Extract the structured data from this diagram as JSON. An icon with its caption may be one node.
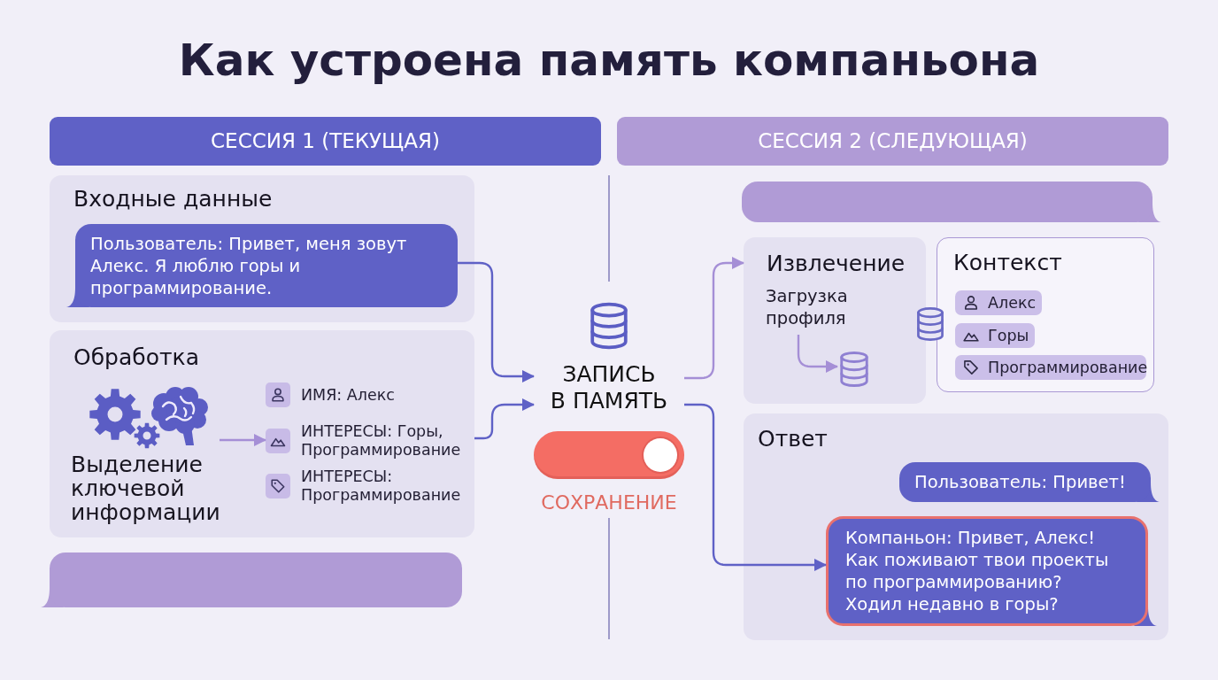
{
  "diagram": {
    "title": "Как устроена память компаньона",
    "nodes": [
      {
        "text": [
          "СЕССИЯ 1 (ТЕКУЩАЯ)"
        ]
      },
      {
        "text": [
          "СЕССИЯ 2 (СЛЕДУЮЩАЯ)"
        ]
      },
      {
        "text": [
          "Входные данные"
        ]
      },
      {
        "text": [
          "Пользователь: Привет, меня зовут Алекс. Я люблю горы и программирование."
        ],
        "in": 2
      },
      {
        "text": [
          "Обработка"
        ]
      },
      {
        "text": [
          "Выделение ключевой информации"
        ],
        "in": 4
      },
      {
        "text": [
          "ИМЯ: Алекс"
        ],
        "in": 4
      },
      {
        "text": [
          "ИНТЕРЕСЫ: Горы, Программирование"
        ],
        "in": 4
      },
      {
        "text": [
          "ИНТЕРЕСЫ: Программирование"
        ],
        "in": 4
      },
      {
        "text": [],
        "shape": "bubble"
      },
      {
        "text": [
          "ЗАПИСЬ В ПАМЯТЬ"
        ]
      },
      {
        "text": [],
        "shape": "bubble"
      },
      {
        "text": [
          "Извлечение"
        ]
      },
      {
        "text": [
          "Загрузка профиля"
        ],
        "in": 12
      },
      {
        "text": [],
        "shape": "cylinder",
        "in": 12
      },
      {
        "text": [
          "Контекст"
        ]
      },
      {
        "text": [
          "Алекс"
        ],
        "in": 15
      },
      {
        "text": [
          "Горы"
        ],
        "in": 15
      },
      {
        "text": [
          "Программирование"
        ],
        "in": 15
      },
      {
        "text": [
          "Ответ"
        ]
      },
      {
        "text": [
          "Пользователь: Привет!"
        ],
        "in": 19
      },
      {
        "text": [
          "Компаньон: Привет, Алекс! Как поживают твои проекты по программированию? Ходил недавно в горы?"
        ],
        "in": 19
      }
    ],
    "edges": [
      {
        "from": 3,
        "to": 10,
        "arrow": "to"
      },
      {
        "from": 4,
        "to": 10,
        "arrow": "to"
      },
      {
        "from": 5,
        "to": 7,
        "arrow": "to",
        "color": "#a58fd6"
      },
      {
        "from": 10,
        "to": 12,
        "arrow": "to",
        "color": "#a58fd6"
      },
      {
        "from": 10,
        "to": 21,
        "arrow": "to"
      },
      {
        "from": 13,
        "to": 14,
        "arrow": "to",
        "color": "#a58fd6"
      }
    ],
    "labels": [
      "СОХРАНЕНИЕ"
    ]
  }
}
